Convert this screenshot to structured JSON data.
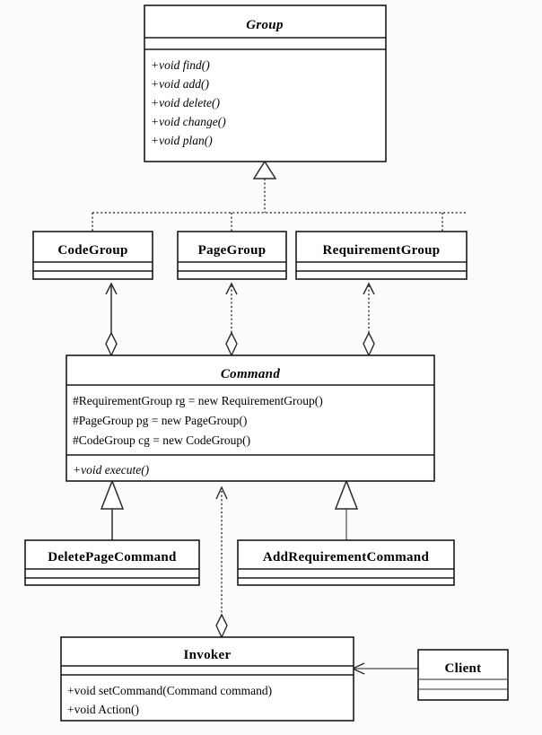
{
  "diagram": {
    "title": "Command Pattern UML Class Diagram",
    "background_color": "#fbfbfb",
    "line_color": "#2b2b2b",
    "box_fill": "#ffffff"
  },
  "classes": {
    "group": {
      "name": "Group",
      "stereotype": "abstract",
      "attributes": [],
      "methods": [
        "+void find()",
        "+void add()",
        "+void delete()",
        "+void change()",
        "+void plan()"
      ]
    },
    "code_group": {
      "name": "CodeGroup",
      "stereotype": "concrete",
      "attributes": [],
      "methods": []
    },
    "page_group": {
      "name": "PageGroup",
      "stereotype": "concrete",
      "attributes": [],
      "methods": []
    },
    "requirement_group": {
      "name": "RequirementGroup",
      "stereotype": "concrete",
      "attributes": [],
      "methods": []
    },
    "command": {
      "name": "Command",
      "stereotype": "abstract",
      "attributes": [
        "#RequirementGroup rg = new RequirementGroup()",
        "#PageGroup pg = new PageGroup()",
        "#CodeGroup cg = new CodeGroup()"
      ],
      "methods": [
        "+void execute()"
      ]
    },
    "delete_page_command": {
      "name": "DeletePageCommand",
      "stereotype": "concrete",
      "attributes": [],
      "methods": []
    },
    "add_requirement_command": {
      "name": "AddRequirementCommand",
      "stereotype": "concrete",
      "attributes": [],
      "methods": []
    },
    "invoker": {
      "name": "Invoker",
      "stereotype": "concrete",
      "attributes": [],
      "methods": [
        "+void setCommand(Command command)",
        "+void Action()"
      ]
    },
    "client": {
      "name": "Client",
      "stereotype": "concrete",
      "attributes": [],
      "methods": []
    }
  },
  "relationships": [
    {
      "id": "code-group-realizes-group",
      "type": "realization",
      "line": "dashed",
      "from": "CodeGroup",
      "to": "Group",
      "marker": "hollow-triangle"
    },
    {
      "id": "page-group-realizes-group",
      "type": "realization",
      "line": "dashed",
      "from": "PageGroup",
      "to": "Group",
      "marker": "hollow-triangle"
    },
    {
      "id": "requirement-group-realizes-group",
      "type": "realization",
      "line": "dashed",
      "from": "RequirementGroup",
      "to": "Group",
      "marker": "hollow-triangle"
    },
    {
      "id": "command-aggregates-code-group",
      "type": "aggregation",
      "line": "solid",
      "from": "Command",
      "to": "CodeGroup",
      "marker": "hollow-diamond-open-arrow"
    },
    {
      "id": "command-aggregates-page-group",
      "type": "aggregation",
      "line": "dashed",
      "from": "Command",
      "to": "PageGroup",
      "marker": "hollow-diamond-open-arrow"
    },
    {
      "id": "command-aggregates-requirement-group",
      "type": "aggregation",
      "line": "dashed",
      "from": "Command",
      "to": "RequirementGroup",
      "marker": "hollow-diamond-open-arrow"
    },
    {
      "id": "delete-page-command-extends-command",
      "type": "generalization",
      "line": "solid",
      "from": "DeletePageCommand",
      "to": "Command",
      "marker": "hollow-triangle"
    },
    {
      "id": "add-requirement-command-extends-command",
      "type": "generalization",
      "line": "solid",
      "from": "AddRequirementCommand",
      "to": "Command",
      "marker": "hollow-triangle"
    },
    {
      "id": "invoker-aggregates-command",
      "type": "aggregation",
      "line": "dashed",
      "from": "Invoker",
      "to": "Command",
      "marker": "hollow-diamond-open-arrow"
    },
    {
      "id": "client-uses-invoker",
      "type": "association",
      "line": "solid",
      "from": "Client",
      "to": "Invoker",
      "marker": "open-arrow"
    }
  ]
}
